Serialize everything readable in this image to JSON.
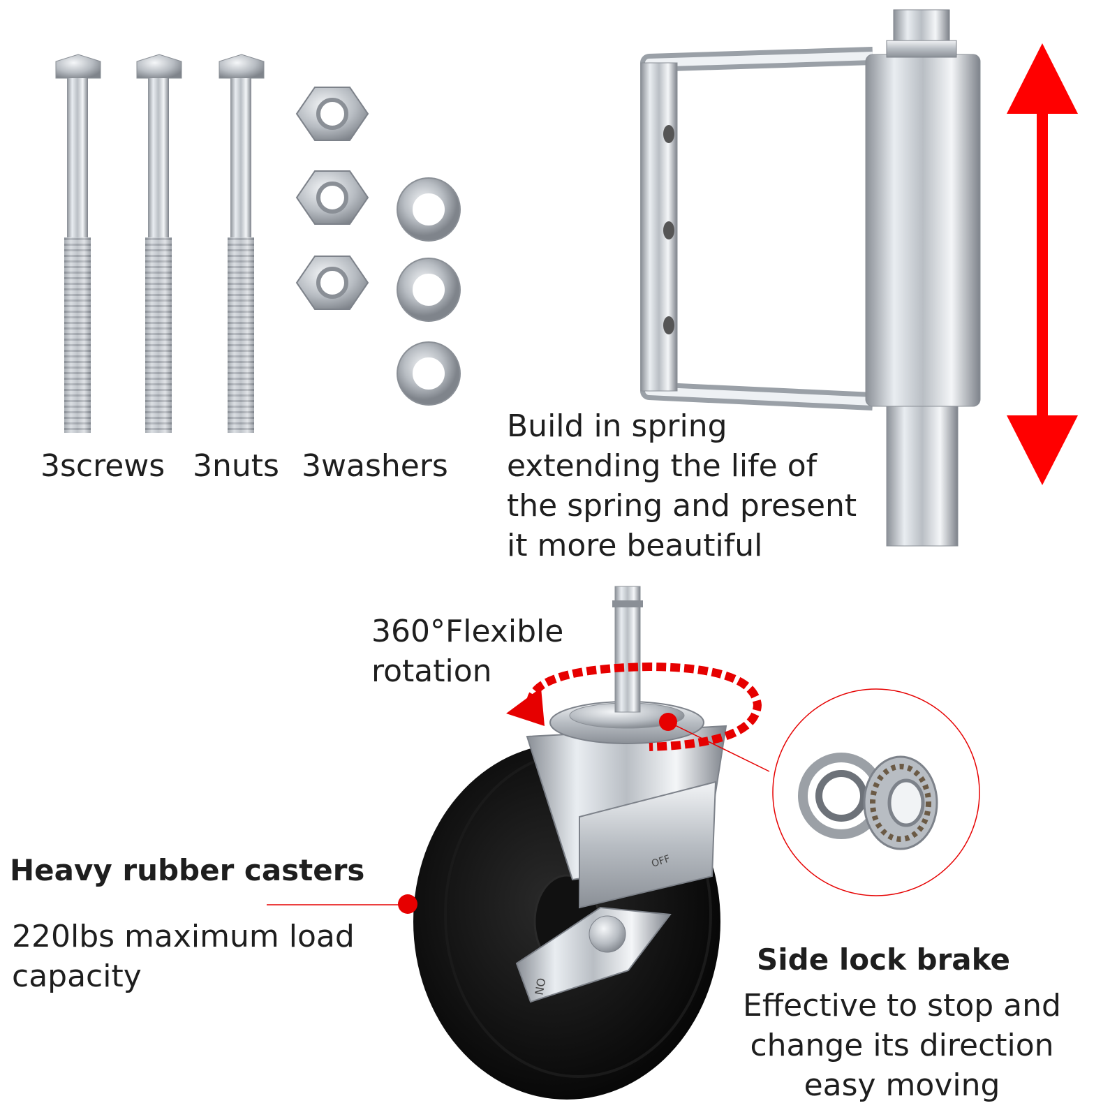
{
  "hardware": {
    "labels": [
      "3screws",
      "3nuts",
      "3washers"
    ]
  },
  "hinge": {
    "text": "Build in spring\nextending the life of\nthe spring and present\nit more beautiful",
    "arrow_color": "#ff0000"
  },
  "caster": {
    "rotation_text": "360°Flexible\nrotation",
    "rubber_heading": "Heavy rubber casters",
    "rubber_text": "220lbs maximum load\ncapacity",
    "brake_heading": "Side lock brake",
    "brake_text": "Effective to stop and\nchange its direction\neasy moving",
    "brake_marks": {
      "off": "OFF",
      "on": "ON"
    },
    "accent_color": "#e60000"
  }
}
